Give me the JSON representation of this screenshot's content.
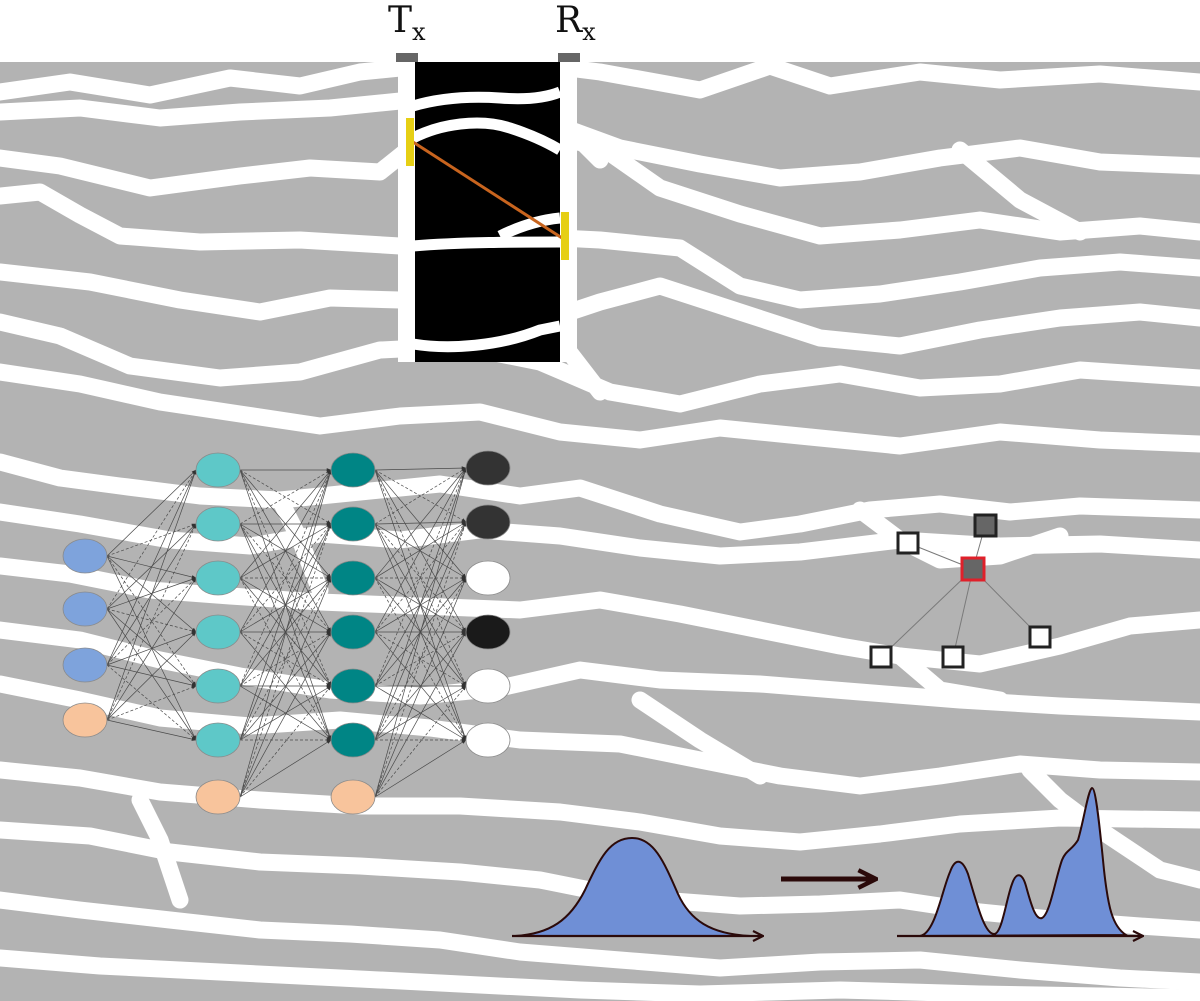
{
  "labels": {
    "transmitter": "T",
    "transmitter_sub": "x",
    "receiver": "R",
    "receiver_sub": "x"
  },
  "colors": {
    "background_gray": "#b3b3b3",
    "fracture_white": "#ffffff",
    "borehole_core_black": "#000000",
    "sensor_yellow": "#e6cf14",
    "ray_orange": "#c8641e",
    "nn_input_blue": "#7ea3dc",
    "nn_bias_peach": "#f8c49c",
    "nn_hidden1_cyan": "#5ec8c8",
    "nn_hidden2_teal": "#008585",
    "nn_output_dark": "#333333",
    "nn_output_white": "#ffffff",
    "graph_center_red": "#e0202a",
    "graph_node_dark": "#666666",
    "distribution_fill": "#6f8fd6",
    "axis_dark": "#2b0a0a"
  },
  "network": {
    "layers": [
      {
        "name": "input",
        "nodes": [
          "blue",
          "blue",
          "blue",
          "peach"
        ]
      },
      {
        "name": "hidden-1",
        "nodes": [
          "cyan",
          "cyan",
          "cyan",
          "cyan",
          "cyan",
          "cyan",
          "peach"
        ]
      },
      {
        "name": "hidden-2",
        "nodes": [
          "teal",
          "teal",
          "teal",
          "teal",
          "teal",
          "teal",
          "peach"
        ]
      },
      {
        "name": "output",
        "nodes": [
          "dark",
          "dark",
          "white",
          "black",
          "white",
          "white"
        ]
      }
    ]
  },
  "graph": {
    "center": "red-outlined-square",
    "neighbors": [
      "open-square",
      "filled-square",
      "open-square",
      "open-square",
      "open-square"
    ]
  },
  "distributions": {
    "prior": "unimodal",
    "posterior": "multimodal",
    "arrow": "transform-arrow"
  }
}
